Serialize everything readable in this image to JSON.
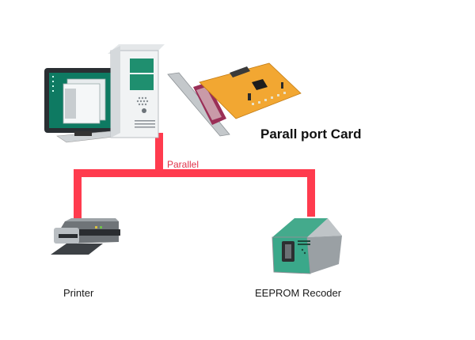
{
  "diagram": {
    "card_label": "Parall port Card",
    "connection_label": "Parallel",
    "nodes": [
      {
        "id": "computer",
        "label": ""
      },
      {
        "id": "parallel-port-card",
        "label": "Parall port Card"
      },
      {
        "id": "printer",
        "label": "Printer"
      },
      {
        "id": "eeprom-recorder",
        "label": "EEPROM Recoder"
      }
    ],
    "edges": [
      {
        "from": "computer",
        "to": "printer",
        "label": "Parallel"
      },
      {
        "from": "computer",
        "to": "eeprom-recorder",
        "label": "Parallel"
      }
    ],
    "colors": {
      "wire": "#ff3b4e",
      "monitor_screen": "#0e7a62",
      "tower_panel": "#1f8f6f",
      "card_pcb": "#f2a732",
      "eeprom_body": "#3aa88a"
    }
  },
  "labels": {
    "printer": "Printer",
    "eeprom": "EEPROM Recoder"
  }
}
